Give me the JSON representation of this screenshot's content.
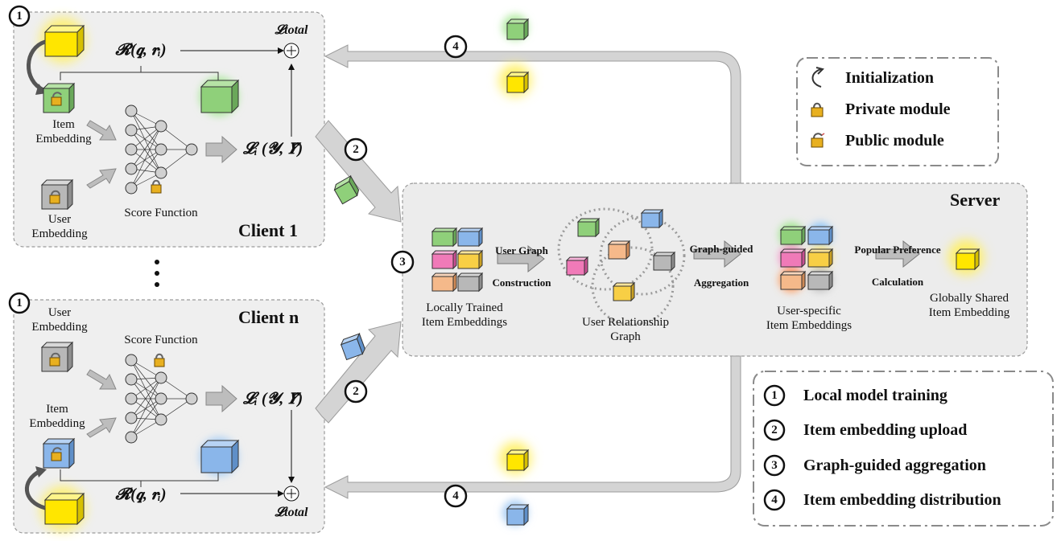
{
  "client1": {
    "title": "Client 1",
    "step_badge": "1",
    "item_embedding": "Item\nEmbedding",
    "user_embedding": "User\nEmbedding",
    "score_function": "Score Function",
    "reg_term": "𝓡(𝒒, 𝒓ᵢ)",
    "loss_local": "𝓛ᵢ (𝓨, 𝒀̂)",
    "loss_total": "𝓛total"
  },
  "clientn": {
    "title": "Client n",
    "step_badge": "1",
    "item_embedding": "Item\nEmbedding",
    "user_embedding": "User\nEmbedding",
    "score_function": "Score Function",
    "reg_term": "𝓡(𝒒, 𝒓ᵢ)",
    "loss_local": "𝓛ᵢ (𝓨, 𝒀̂)",
    "loss_total": "𝓛total"
  },
  "ellipsis": "⋮",
  "server": {
    "title": "Server",
    "step_badge": "3",
    "locally_trained": "Locally Trained\nItem Embeddings",
    "user_graph_arrow": "User Graph\nConstruction",
    "user_relationship_graph": "User Relationship\nGraph",
    "graph_guided_arrow": "Graph-guided\nAggregation",
    "user_specific": "User-specific\nItem Embeddings",
    "popular_pref_arrow": "Popular Preference\nCalculation",
    "globally_shared": "Globally Shared\nItem Embedding"
  },
  "flow_badges": {
    "upload_top": "2",
    "upload_bottom": "2",
    "distribute_top": "4",
    "distribute_bottom": "4"
  },
  "icon_legend": [
    {
      "icon": "initialization-arrow-icon",
      "label": "Initialization"
    },
    {
      "icon": "lock-closed-icon",
      "label": "Private module"
    },
    {
      "icon": "lock-open-icon",
      "label": "Public module"
    }
  ],
  "step_legend": [
    {
      "num": "1",
      "label": "Local model training"
    },
    {
      "num": "2",
      "label": "Item embedding upload"
    },
    {
      "num": "3",
      "label": "Graph-guided aggregation"
    },
    {
      "num": "4",
      "label": "Item embedding distribution"
    }
  ],
  "colors": {
    "yellow": "#ffe600",
    "green": "#8fd07a",
    "blue": "#8ab6ea",
    "pink": "#f07ab8",
    "orange": "#f5b98a",
    "gold": "#f8cf45",
    "gray": "#b8b8b8",
    "panel": "#eeeeee",
    "arrow": "#cfcfcf"
  }
}
